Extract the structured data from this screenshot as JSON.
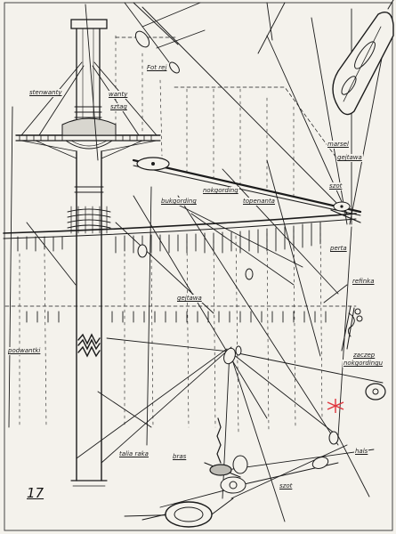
{
  "figure": {
    "number": "17",
    "labels": {
      "fot_rej": "Fot rej",
      "stenwanty": "stenwanty",
      "wanty": "wanty",
      "sztag": "sztag",
      "marsel": "marsel",
      "gejtawa_top": "gejtawa",
      "bukgording": "bukgording",
      "nokgording": "nokgording",
      "topenanta": "topenanta",
      "szot_top": "szot",
      "perta": "perta",
      "refinka": "refinka",
      "gejtawa_mid": "gejtawa",
      "podwantki": "podwantki",
      "zaczep_line1": "zaczep",
      "zaczep_line2": "nokgordingu",
      "talia_raka": "talia raka",
      "bras": "bras",
      "hals": "hals",
      "szot_bottom": "szot"
    },
    "colors": {
      "ink": "#1b1b1b",
      "paper": "#f4f2ec",
      "highlight": "#e0343c"
    }
  }
}
